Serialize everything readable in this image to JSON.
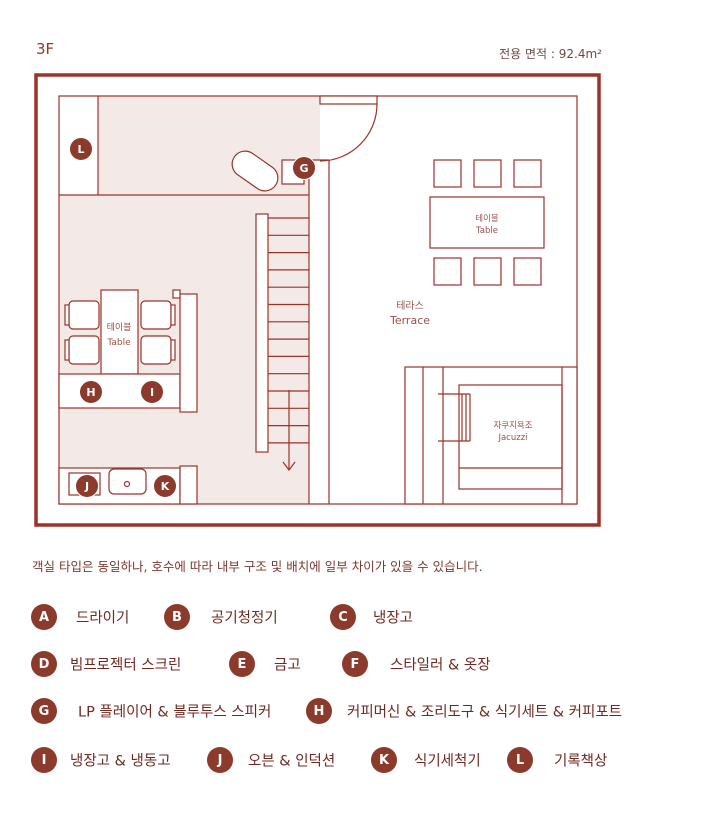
{
  "header": {
    "floor": "3F",
    "area": "전용 면적 : 92.4m²"
  },
  "plan": {
    "table_left": {
      "ko": "테이블",
      "en": "Table"
    },
    "table_right": {
      "ko": "테이블",
      "en": "Table"
    },
    "terrace": {
      "ko": "테라스",
      "en": "Terrace"
    },
    "jacuzzi": {
      "ko": "자쿠지욕조",
      "en": "Jacuzzi"
    },
    "markers": {
      "G": "G",
      "H": "H",
      "I": "I",
      "J": "J",
      "K": "K",
      "L": "L"
    }
  },
  "note": "객실 타입은 동일하나, 호수에 따라 내부 구조 및 배치에 일부 차이가 있을 수 있습니다.",
  "legend": [
    {
      "key": "A",
      "label": "드라이기"
    },
    {
      "key": "B",
      "label": "공기청정기"
    },
    {
      "key": "C",
      "label": "냉장고"
    },
    {
      "key": "D",
      "label": "빔프로젝터 스크린"
    },
    {
      "key": "E",
      "label": "금고"
    },
    {
      "key": "F",
      "label": "스타일러 & 옷장"
    },
    {
      "key": "G",
      "label": "LP 플레이어 & 블루투스 스피커"
    },
    {
      "key": "H",
      "label": "커피머신 & 조리도구 & 식기세트 & 커피포트"
    },
    {
      "key": "I",
      "label": "냉장고 & 냉동고"
    },
    {
      "key": "J",
      "label": "오븐 & 인덕션"
    },
    {
      "key": "K",
      "label": "식기세척기"
    },
    {
      "key": "L",
      "label": "기록책상"
    }
  ],
  "colors": {
    "accent": "#8b3a2c",
    "wall": "#9a3328",
    "shade": "#f3e9e7"
  }
}
